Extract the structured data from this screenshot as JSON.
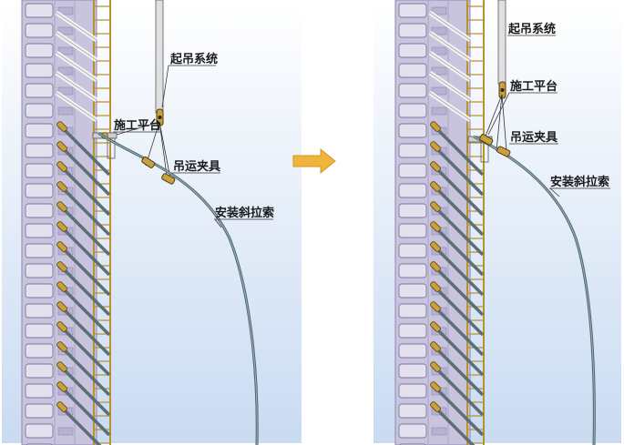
{
  "left_panel": {
    "labels": {
      "hoist_system": "起吊系统",
      "work_platform": "施工平台",
      "lifting_clamp": "吊运夹具",
      "stay_cable": "安装斜拉索"
    }
  },
  "right_panel": {
    "labels": {
      "hoist_system": "起吊系统",
      "work_platform": "施工平台",
      "lifting_clamp": "吊运夹具",
      "stay_cable": "安装斜拉索"
    }
  },
  "transition_arrow": {
    "icon": "arrow-right-icon",
    "color": "#F0B43C"
  },
  "colors": {
    "sky_top": "#FFFFFF",
    "sky_bottom": "#C9DBF2",
    "tower": "#C9C4DE",
    "scaffold": "#B8922E",
    "cable": "#4D6670",
    "anchor": "#C8A03C"
  }
}
